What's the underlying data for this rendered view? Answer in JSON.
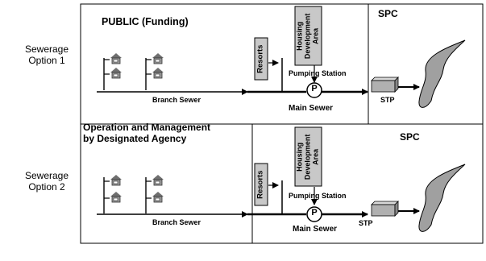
{
  "options": [
    {
      "label": "Sewerage\nOption 1",
      "left_header": "PUBLIC (Funding)",
      "right_header": "SPC",
      "resorts": "Resorts",
      "housing": "Housing\nDevelopment\nArea",
      "pumping_station": "Pumping Station",
      "pump_symbol": "P",
      "branch_sewer": "Branch Sewer",
      "main_sewer": "Main Sewer",
      "stp": "STP"
    },
    {
      "label": "Sewerage\nOption 2",
      "left_header": "Operation and Management\nby Designated Agency",
      "right_header": "SPC",
      "resorts": "Resorts",
      "housing": "Housing\nDevelopment\nArea",
      "pumping_station": "Pumping Station",
      "pump_symbol": "P",
      "branch_sewer": "Branch Sewer",
      "main_sewer": "Main Sewer",
      "stp": "STP"
    }
  ],
  "colors": {
    "line": "#000000",
    "house_roof": "#6f6f6f",
    "house_body": "#9a9a9a",
    "box_fill": "#c8c8c8",
    "stp_fill": "#b0b0b0",
    "river_fill": "#a0a0a0"
  }
}
